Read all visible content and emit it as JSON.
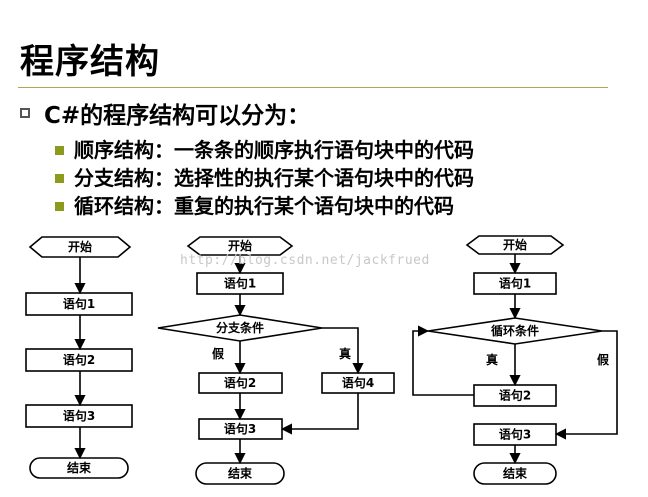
{
  "title": "程序结构",
  "main_bullet": "C#的程序结构可以分为：",
  "sub_items": [
    "顺序结构：一条条的顺序执行语句块中的代码",
    "分支结构：选择性的执行某个语句块中的代码",
    "循环结构：重复的执行某个语句块中的代码"
  ],
  "watermark": "http://blog.csdn.net/jackfrued",
  "sequence": {
    "start": "开始",
    "stmt1": "语句1",
    "stmt2": "语句2",
    "stmt3": "语句3",
    "end": "结束"
  },
  "branch": {
    "start": "开始",
    "stmt1": "语句1",
    "condition": "分支条件",
    "false_label": "假",
    "true_label": "真",
    "stmt2": "语句2",
    "stmt4": "语句4",
    "stmt3": "语句3",
    "end": "结束"
  },
  "loop": {
    "start": "开始",
    "stmt1": "语句1",
    "condition": "循环条件",
    "true_label": "真",
    "false_label": "假",
    "stmt2": "语句2",
    "stmt3": "语句3",
    "end": "结束"
  },
  "colors": {
    "accent_rule": "#b8a25a",
    "sub_marker": "#8c9a1e",
    "stroke": "#000000"
  }
}
